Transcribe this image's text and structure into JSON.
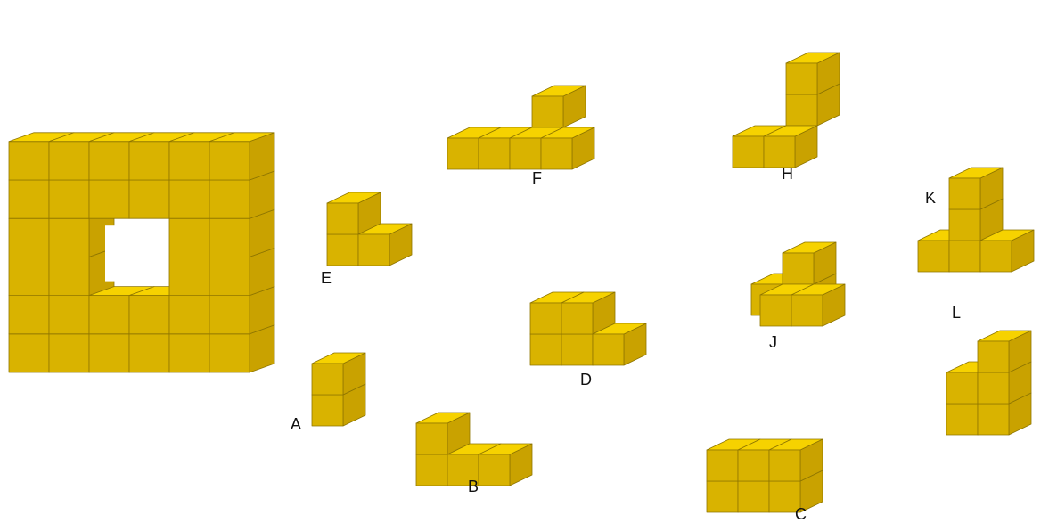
{
  "colors": {
    "top": "#F6D200",
    "front": "#D9B300",
    "side": "#C9A200",
    "edge": "#8F7600",
    "background": "#FFFFFF"
  },
  "frame": {
    "columns": 6,
    "rows": 6,
    "hole": {
      "columns": [
        2,
        3
      ],
      "rows": [
        2,
        3
      ]
    }
  },
  "pieces": [
    {
      "label": "E",
      "cubes": 3
    },
    {
      "label": "A",
      "cubes": 2
    },
    {
      "label": "F",
      "cubes": 5
    },
    {
      "label": "B",
      "cubes": 4
    },
    {
      "label": "D",
      "cubes": 5
    },
    {
      "label": "H",
      "cubes": 4
    },
    {
      "label": "J",
      "cubes": 5
    },
    {
      "label": "C",
      "cubes": 6
    },
    {
      "label": "K",
      "cubes": 5
    },
    {
      "label": "L",
      "cubes": 5
    }
  ]
}
